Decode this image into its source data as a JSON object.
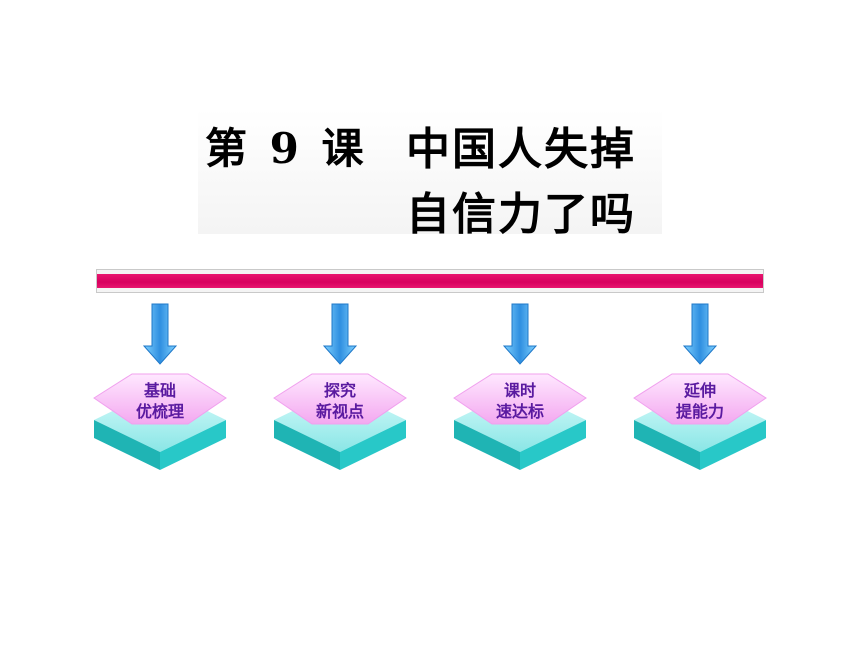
{
  "title": {
    "lesson": "第 9 课",
    "line1": "中国人失掉",
    "line2": "自信力了吗"
  },
  "nodes": [
    {
      "line1": "基础",
      "line2": "优梳理"
    },
    {
      "line1": "探究",
      "line2": "新视点"
    },
    {
      "line1": "课时",
      "line2": "速达标"
    },
    {
      "line1": "延伸",
      "line2": "提能力"
    }
  ],
  "colors": {
    "bar": "#e0006a",
    "arrow": "#3aa0e8",
    "diamond_top": "#f6b8f3",
    "base": "#29c6c6",
    "label": "#5a1aa0"
  }
}
